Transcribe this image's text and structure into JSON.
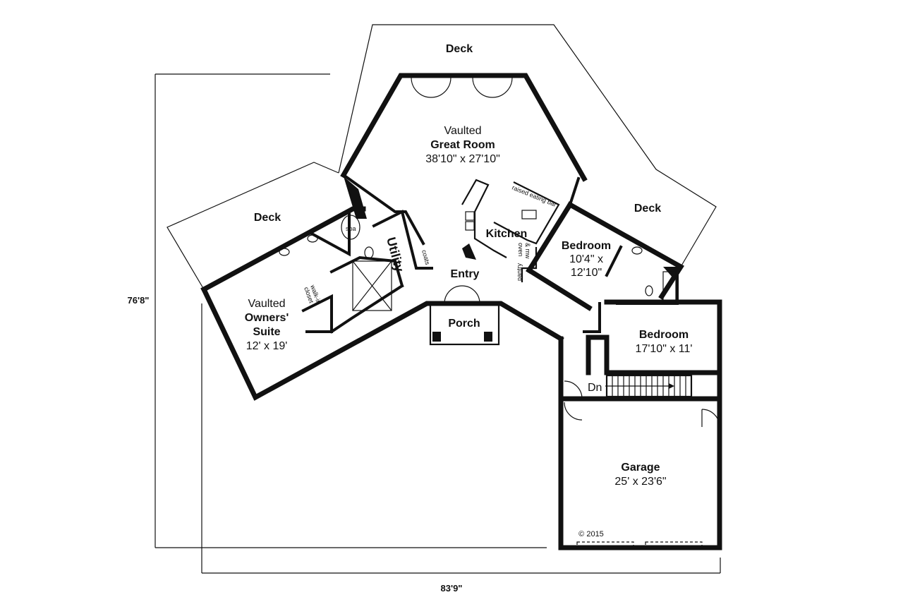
{
  "labels": {
    "deck_top": "Deck",
    "deck_left": "Deck",
    "deck_right": "Deck",
    "great_room_line1": "Vaulted",
    "great_room_line2": "Great Room",
    "great_room_size": "38'10\" x 27'10\"",
    "raised_eating_bar": "raised eating bar",
    "kitchen": "Kitchen",
    "oven_mw_1": "oven",
    "oven_mw_2": "& mw",
    "pantry": "pantry",
    "bedroom1": "Bedroom",
    "bedroom1_size_1": "10'4\" x",
    "bedroom1_size_2": "12'10\"",
    "utility": "Utility",
    "coats": "coats",
    "spa": "spa",
    "walkin_1": "walk-in",
    "walkin_2": "closet",
    "entry": "Entry",
    "porch": "Porch",
    "owners_1": "Vaulted",
    "owners_2": "Owners'",
    "owners_3": "Suite",
    "owners_size": "12' x 19'",
    "bedroom2": "Bedroom",
    "bedroom2_size": "17'10\" x 11'",
    "dn": "Dn",
    "garage": "Garage",
    "garage_size": "25' x 23'6\"",
    "copyright": "© 2015",
    "dim_height": "76'8\"",
    "dim_width": "83'9\""
  }
}
